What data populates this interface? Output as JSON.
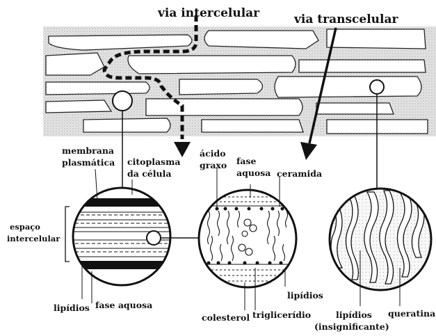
{
  "routes": {
    "intercellular": "via intercelular",
    "transcellular": "via transcelular"
  },
  "left_detail": {
    "plasma_membrane": [
      "membrana",
      "plasmática"
    ],
    "cell_cytoplasm": [
      "citoplasma",
      "da célula"
    ],
    "intercellular_space": [
      "espaço",
      "intercelular"
    ],
    "lipids": "lipídios",
    "aqueous_phase": "fase aquosa"
  },
  "middle_detail": {
    "fatty_acid": [
      "ácido",
      "graxo"
    ],
    "aqueous_phase": [
      "fase",
      "aquosa"
    ],
    "ceramide": "ceramida",
    "lipids": "lipídios",
    "cholesterol": "colesterol",
    "triglyceride": "triglicerídio"
  },
  "right_detail": {
    "lipids": [
      "lipídios",
      "(insignificante)"
    ],
    "keratin": "queratina"
  }
}
